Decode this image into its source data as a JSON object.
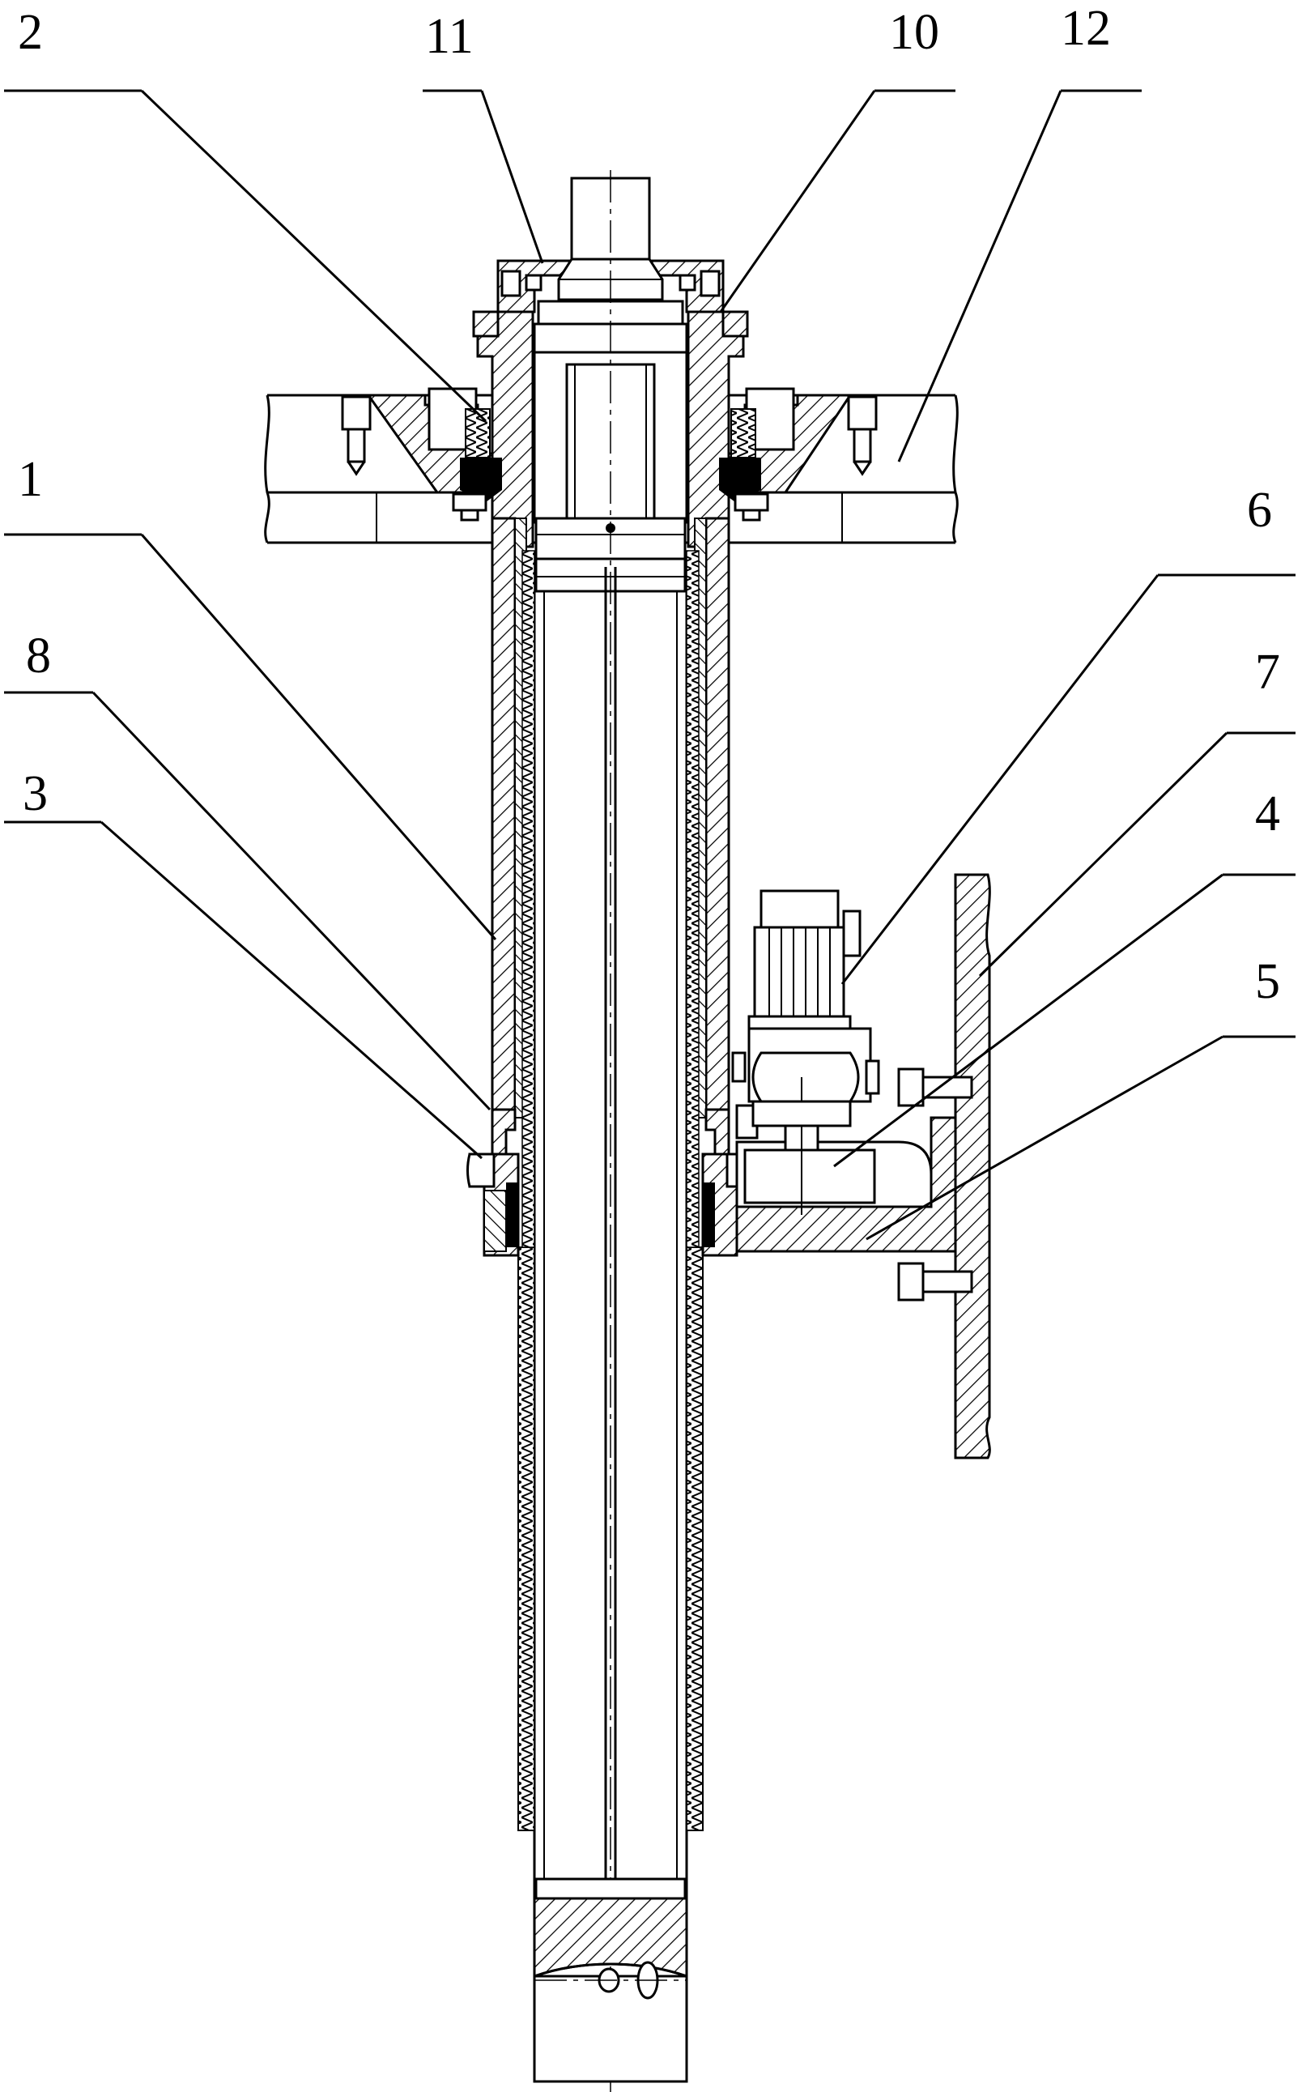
{
  "callouts": [
    {
      "id": "c2",
      "text": "2"
    },
    {
      "id": "c11",
      "text": "11"
    },
    {
      "id": "c10",
      "text": "10"
    },
    {
      "id": "c12",
      "text": "12"
    },
    {
      "id": "c1",
      "text": "1"
    },
    {
      "id": "c6",
      "text": "6"
    },
    {
      "id": "c8",
      "text": "8"
    },
    {
      "id": "c7",
      "text": "7"
    },
    {
      "id": "c3",
      "text": "3"
    },
    {
      "id": "c4",
      "text": "4"
    },
    {
      "id": "c5",
      "text": "5"
    }
  ]
}
